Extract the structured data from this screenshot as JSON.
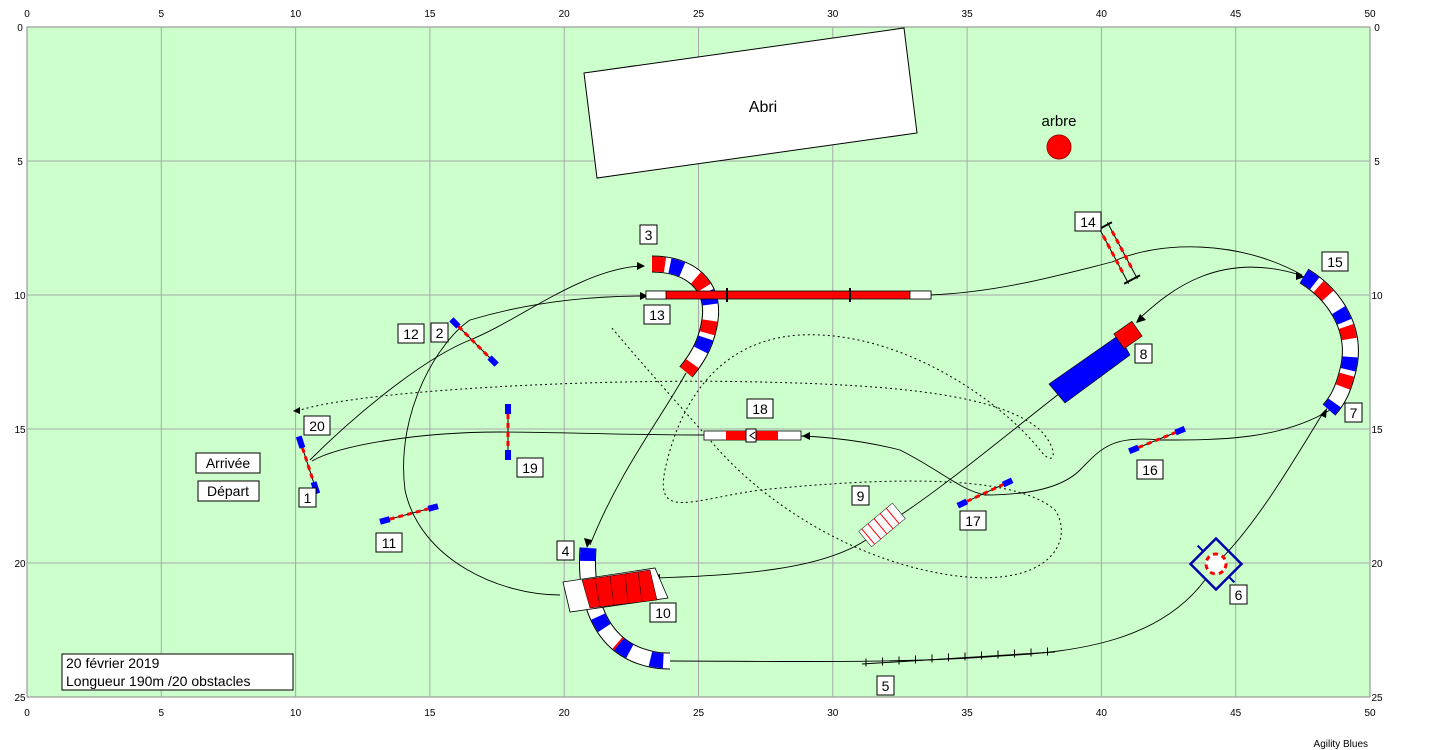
{
  "course": {
    "date": "20 février 2019",
    "length": "Longueur 190m /20 obstacles",
    "arrivee": "Arrivée",
    "depart": "Départ",
    "shelter": "Abri",
    "tree": "arbre",
    "watermark": "Agility Blues"
  },
  "axes": {
    "top_ticks": [
      "0",
      "5",
      "10",
      "15",
      "20",
      "25",
      "30",
      "35",
      "40",
      "45",
      "50"
    ],
    "bottom_ticks": [
      "0",
      "5",
      "10",
      "15",
      "20",
      "25",
      "30",
      "35",
      "40",
      "45",
      "50"
    ],
    "left_ticks": [
      "0",
      "5",
      "10",
      "15",
      "20",
      "25"
    ],
    "right_ticks": [
      "0",
      "5",
      "10",
      "15",
      "20",
      "25"
    ]
  },
  "numbers": [
    "1",
    "2",
    "3",
    "4",
    "5",
    "6",
    "7",
    "8",
    "9",
    "10",
    "11",
    "12",
    "13",
    "14",
    "15",
    "16",
    "17",
    "18",
    "19",
    "20"
  ],
  "colors": {
    "field": "#ccffcc",
    "grid": "#a8a8a8",
    "red": "#ff0000",
    "blue": "#0000ff",
    "path": "#000000"
  }
}
